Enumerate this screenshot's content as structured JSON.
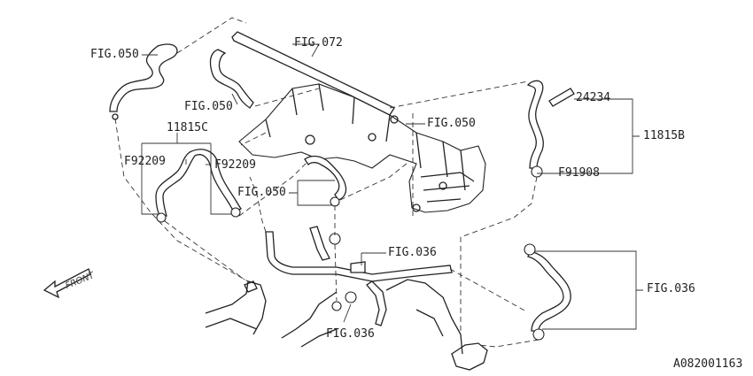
{
  "diagram_id": "A082001163",
  "front_label": "FRONT",
  "labels": {
    "fig050_top_left": "FIG.050",
    "fig072": "FIG.072",
    "fig050_mid_left": "FIG.050",
    "fig050_right": "FIG.050",
    "fig050_center": "FIG.050",
    "part_24234": "24234",
    "part_11815B": "11815B",
    "part_F91908": "F91908",
    "part_11815C": "11815C",
    "part_F92209_left": "F92209",
    "part_F92209_right": "F92209",
    "fig036_center": "FIG.036",
    "fig036_right": "FIG.036",
    "fig036_bottom": "FIG.036"
  }
}
